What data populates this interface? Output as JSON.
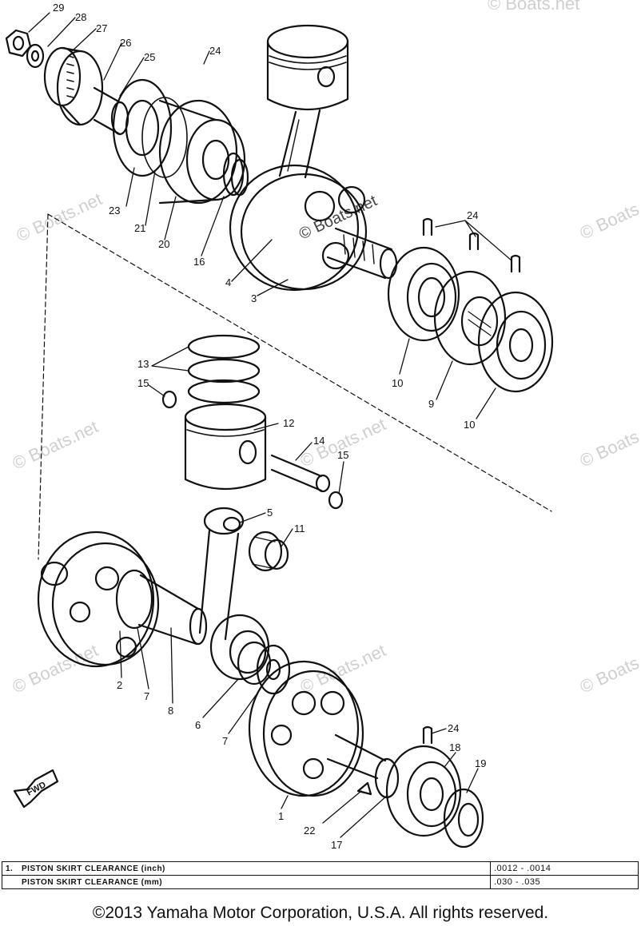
{
  "watermark": "© Boats.net",
  "callouts": [
    {
      "id": "29",
      "text": "29"
    },
    {
      "id": "28",
      "text": "28"
    },
    {
      "id": "27",
      "text": "27"
    },
    {
      "id": "26",
      "text": "26"
    },
    {
      "id": "25",
      "text": "25"
    },
    {
      "id": "24a",
      "text": "24"
    },
    {
      "id": "23",
      "text": "23"
    },
    {
      "id": "21",
      "text": "21"
    },
    {
      "id": "20",
      "text": "20"
    },
    {
      "id": "16",
      "text": "16"
    },
    {
      "id": "4",
      "text": "4"
    },
    {
      "id": "3",
      "text": "3"
    },
    {
      "id": "24b",
      "text": "24"
    },
    {
      "id": "10a",
      "text": "10"
    },
    {
      "id": "9",
      "text": "9"
    },
    {
      "id": "10b",
      "text": "10"
    },
    {
      "id": "13",
      "text": "13"
    },
    {
      "id": "15a",
      "text": "15"
    },
    {
      "id": "12",
      "text": "12"
    },
    {
      "id": "14",
      "text": "14"
    },
    {
      "id": "15b",
      "text": "15"
    },
    {
      "id": "5",
      "text": "5"
    },
    {
      "id": "11",
      "text": "11"
    },
    {
      "id": "2",
      "text": "2"
    },
    {
      "id": "7a",
      "text": "7"
    },
    {
      "id": "8",
      "text": "8"
    },
    {
      "id": "6",
      "text": "6"
    },
    {
      "id": "7b",
      "text": "7"
    },
    {
      "id": "24c",
      "text": "24"
    },
    {
      "id": "18",
      "text": "18"
    },
    {
      "id": "19",
      "text": "19"
    },
    {
      "id": "1",
      "text": "1"
    },
    {
      "id": "22",
      "text": "22"
    },
    {
      "id": "17",
      "text": "17"
    }
  ],
  "fwd_label": "FWD",
  "spec_table": {
    "rows": [
      {
        "num": "1.",
        "label": "PISTON SKIRT CLEARANCE (inch)",
        "value": ".0012 - .0014"
      },
      {
        "num": "",
        "label": "PISTON SKIRT CLEARANCE (mm)",
        "value": ".030 - .035"
      }
    ]
  },
  "copyright": "©2013 Yamaha Motor Corporation, U.S.A. All rights reserved."
}
